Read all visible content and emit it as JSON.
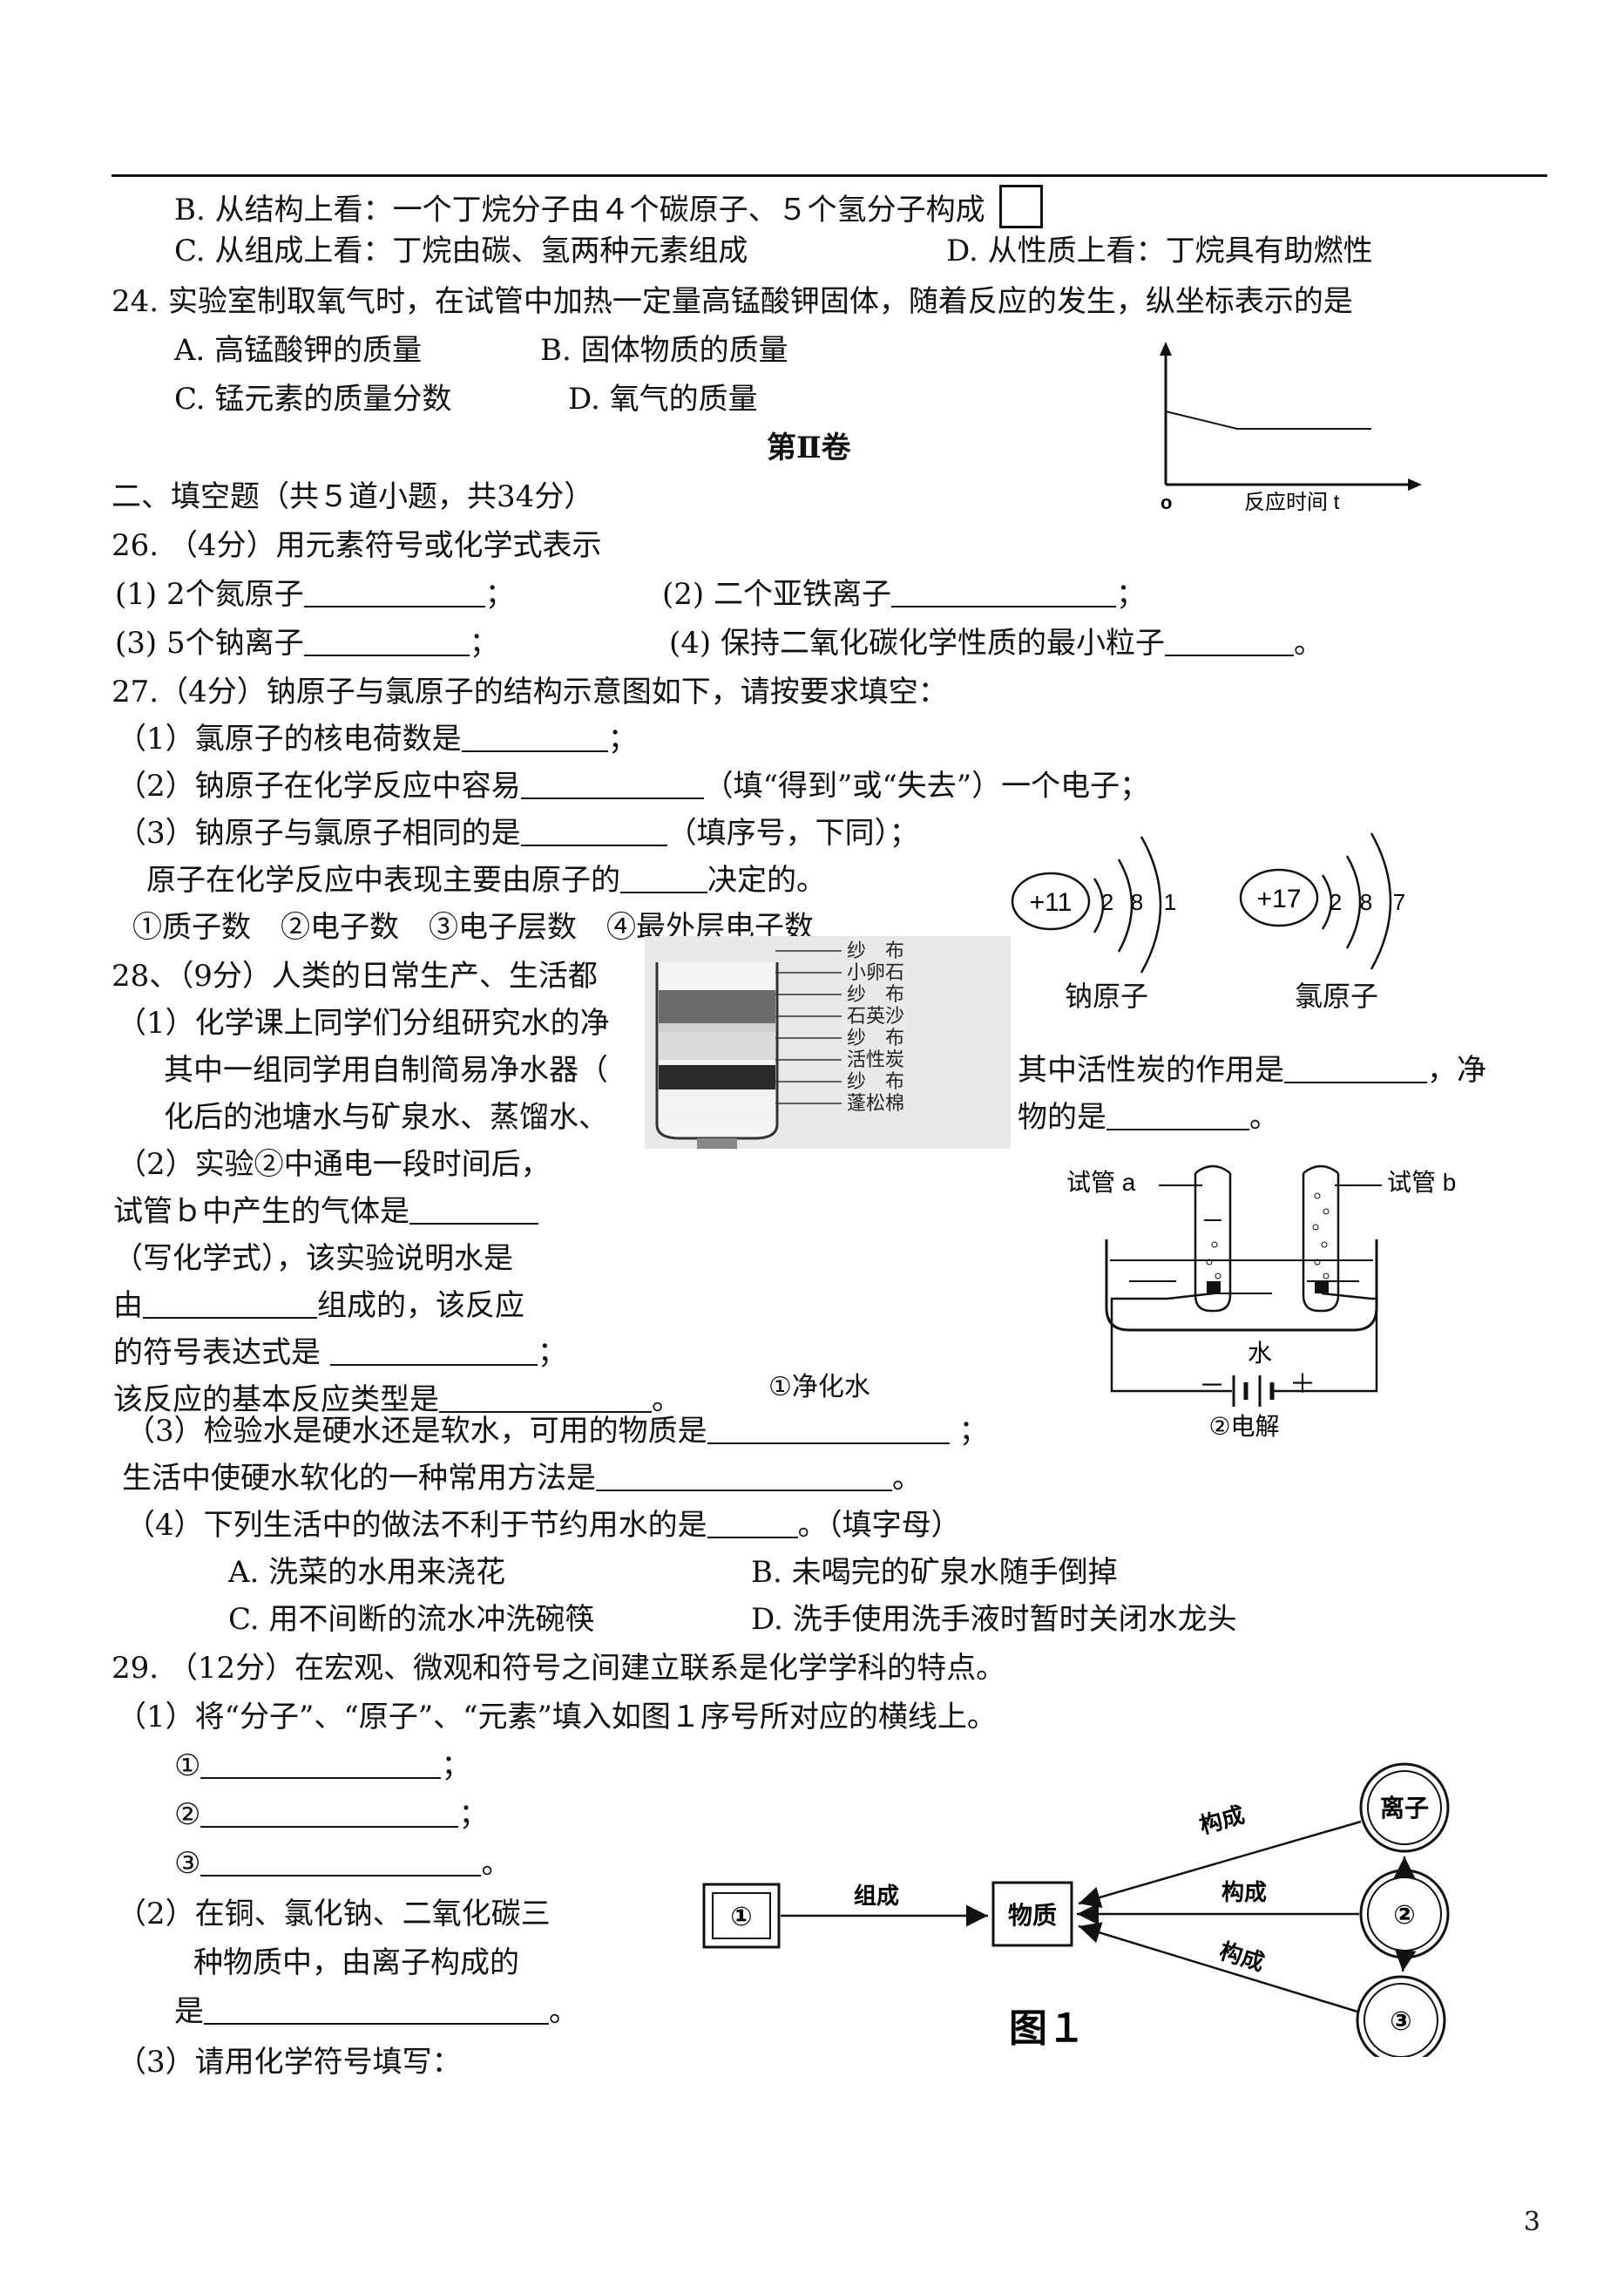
{
  "q23": {
    "optB": "B. 从结构上看：一个丁烷分子由４个碳原子、５个氢分子构成",
    "optC": "C. 从组成上看：丁烷由碳、氢两种元素组成",
    "optD": "D. 从性质上看：丁烷具有助燃性"
  },
  "q24": {
    "stem": "24. 实验室制取氧气时，在试管中加热一定量高锰酸钾固体，随着反应的发生，纵坐标表示的是",
    "optA": "A. 高锰酸钾的质量",
    "optB": "B. 固体物质的质量",
    "optC": "C. 锰元素的质量分数",
    "optD": "D. 氧气的质量",
    "graph": {
      "origin": "o",
      "xlabel": "反应时间 t"
    }
  },
  "section2": {
    "volume_title": "第Ⅱ卷",
    "heading": "二、填空题（共５道小题，共34分）"
  },
  "q26": {
    "stem": "26. （4分）用元素符号或化学式表示",
    "p1": "(1) 2个氮原子",
    "p2": "(2) 二个亚铁离子",
    "p3": "(3) 5个钠离子",
    "p4": "(4) 保持二氧化碳化学性质的最小粒子",
    "semi": "；",
    "end": "。"
  },
  "q27": {
    "stem": "27.（4分）钠原子与氯原子的结构示意图如下，请按要求填空：",
    "p1": "（1）氯原子的核电荷数是",
    "p2a": "（2）钠原子在化学反应中容易",
    "p2b": "（填“得到”或“失去”）一个电子；",
    "p3a": "（3）钠原子与氯原子相同的是",
    "p3b": "（填序号，下同）；",
    "p3c": "原子在化学反应中表现主要由原子的",
    "p3d": "决定的。",
    "options": "①质子数　②电子数　③电子层数　④最外层电子数",
    "semi": "；",
    "na": {
      "nucleus": "+11",
      "shells": [
        "2",
        "8",
        "1"
      ],
      "label": "钠原子"
    },
    "cl": {
      "nucleus": "+17",
      "shells": [
        "2",
        "8",
        "7"
      ],
      "label": "氯原子"
    }
  },
  "q28": {
    "stem": "28、（9分）人类的日常生产、生活都",
    "p1": "（1）化学课上同学们分组研究水的净",
    "p1b": "其中一组同学用自制简易净水器（",
    "p1c": "其中活性炭的作用是",
    "p1d": "，净",
    "p1e": "化后的池塘水与矿泉水、蒸馏水、",
    "p1f": "物的是",
    "end": "。",
    "filter_layers": [
      "纱　布",
      "小卵石",
      "纱　布",
      "石英沙",
      "纱　布",
      "活性炭",
      "纱　布",
      "蓬松棉"
    ],
    "p2a": "（2）实验②中通电一段时间后，",
    "p2b": "试管ｂ中产生的气体是",
    "p2c": "（写化学式），该实验说明水是",
    "p2d": "由",
    "p2e": "组成的，该反应",
    "p2f": "的符号表达式是",
    "p2g": "该反应的基本反应类型是",
    "semi": "；",
    "cap1": "①净化水",
    "cap2": "②电解",
    "tube_a": "试管 a",
    "tube_b": "试管 b",
    "water": "水",
    "minus": "－",
    "plus": "＋",
    "p3a": "（3）检验水是硬水还是软水，可用的物质是",
    "p3b": "生活中使硬水软化的一种常用方法是",
    "p4": "（4）下列生活中的做法不利于节约用水的是",
    "p4b": "。（填字母）",
    "optA": "A. 洗菜的水用来浇花",
    "optB": "B. 未喝完的矿泉水随手倒掉",
    "optC": "C. 用不间断的流水冲洗碗筷",
    "optD": "D. 洗手使用洗手液时暂时关闭水龙头"
  },
  "q29": {
    "stem": "29. （12分）在宏观、微观和符号之间建立联系是化学学科的特点。",
    "p1": "（1）将“分子”、“原子”、“元素”填入如图１序号所对应的横线上。",
    "b1": "①",
    "b2": "②",
    "b3": "③",
    "semi": "；",
    "end": "。",
    "p2a": "（2）在铜、氯化钠、二氧化碳三",
    "p2b": "种物质中，由离子构成的",
    "p2c": "是",
    "p3": "（3）请用化学符号填写：",
    "fig": {
      "box1": "①",
      "substance": "物质",
      "ion": "离子",
      "c2": "②",
      "c3": "③",
      "compose": "组成",
      "construct": "构成",
      "title": "图１"
    }
  },
  "page_number": "3"
}
